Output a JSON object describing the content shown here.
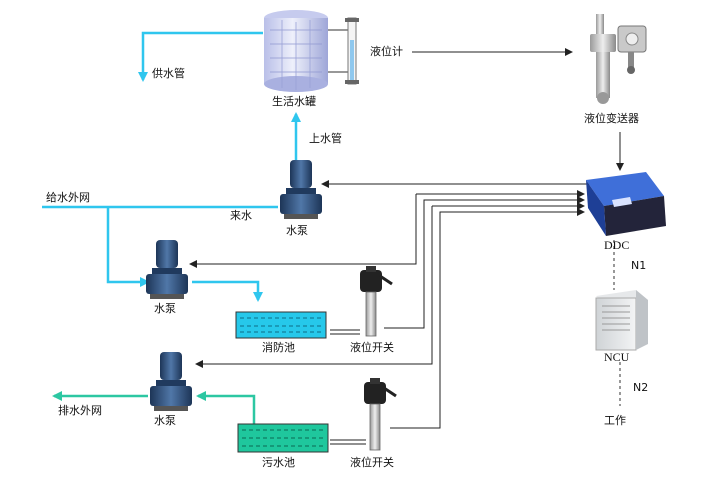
{
  "labels": {
    "supply_pipe": "供水管",
    "level_meter": "液位计",
    "tank": "生活水罐",
    "transmitter": "液位变送器",
    "riser_pipe": "上水管",
    "inlet_network": "给水外网",
    "incoming_water": "来水",
    "pump_top": "水泵",
    "pump_mid": "水泵",
    "pump_bottom": "水泵",
    "ddc": "DDC",
    "n1": "N1",
    "fire_pool": "消防池",
    "level_switch_1": "液位开关",
    "ncu": "NCU",
    "n2": "N2",
    "outlet_network": "排水外网",
    "sewage_pool": "污水池",
    "level_switch_2": "液位开关",
    "workstation": "工作"
  },
  "colors": {
    "water_pipe": "#2fc6ee",
    "drain_pipe": "#2cc7a2",
    "signal": "#222222",
    "pump_body": "#2e4f78",
    "fire_water": "#26c8ea",
    "sewage_water": "#1fc79d",
    "ddc_body": "#2b5ac8"
  }
}
